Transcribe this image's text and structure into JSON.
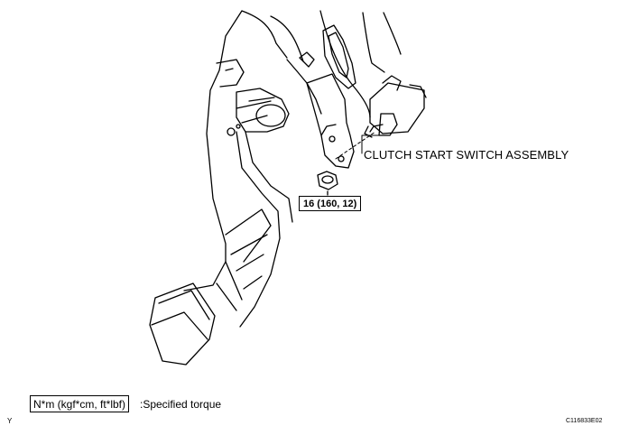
{
  "diagram": {
    "part_label": "CLUTCH START SWITCH ASSEMBLY",
    "torque_value": "16 (160, 12)",
    "legend": {
      "unit_box": "N*m (kgf*cm, ft*lbf)",
      "description": ":Specified torque"
    },
    "corner_left": "Y",
    "figure_code": "C116833E02"
  }
}
